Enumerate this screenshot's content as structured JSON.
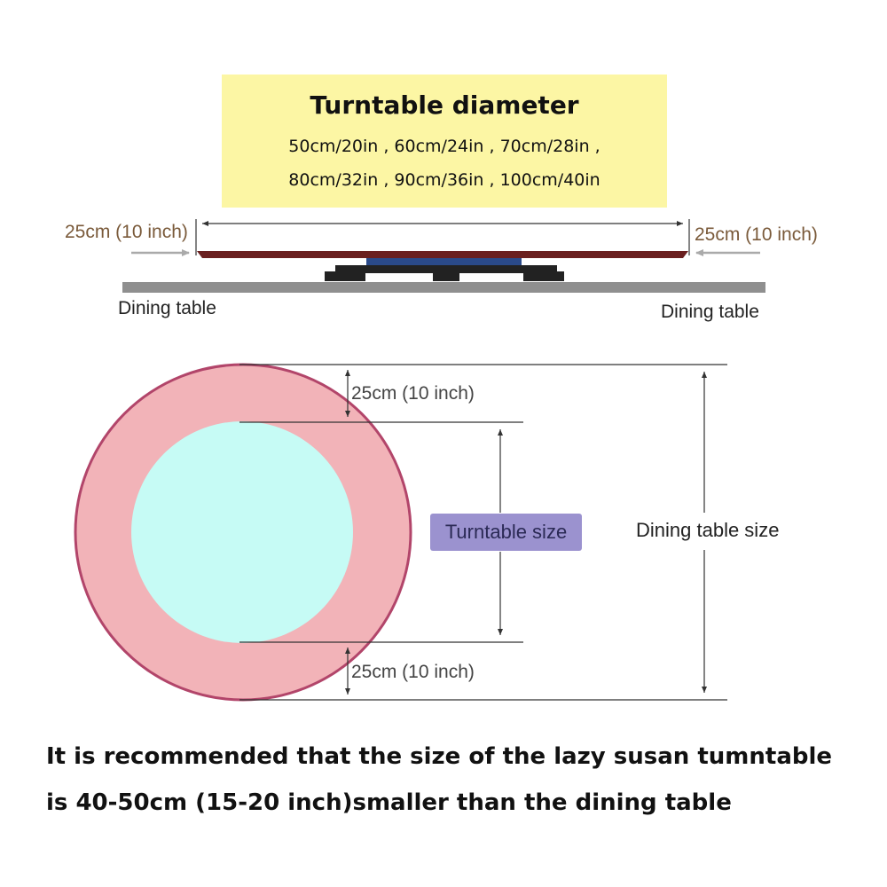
{
  "header": {
    "title": "Turntable diameter",
    "sizes_line1": "50cm/20in , 60cm/24in , 70cm/28in ,",
    "sizes_line2": "80cm/32in , 90cm/36in , 100cm/40in"
  },
  "side_view": {
    "gap_left": "25cm (10 inch)",
    "gap_right": "25cm (10 inch)",
    "table_left": "Dining table",
    "table_right": "Dining table"
  },
  "top_view": {
    "gap_top": "25cm (10 inch)",
    "gap_bottom": "25cm (10 inch)",
    "turntable_label": "Turntable size",
    "table_label": "Dining table size"
  },
  "note": {
    "line1": "It is recommended that the size of the lazy susan tumntable",
    "line2": "is 40-50cm (15-20 inch)smaller than the dining table"
  },
  "colors": {
    "header_bg": "#fcf6a4",
    "table_circle": "#f2b3b8",
    "table_circle_border": "#b2456a",
    "turntable_circle": "#c6fbf5",
    "turntable_badge": "#9b92cf",
    "turntable_top": "#6a1f1f",
    "bearing": "#2a4a8a",
    "table_bar": "#8f8f8f"
  }
}
